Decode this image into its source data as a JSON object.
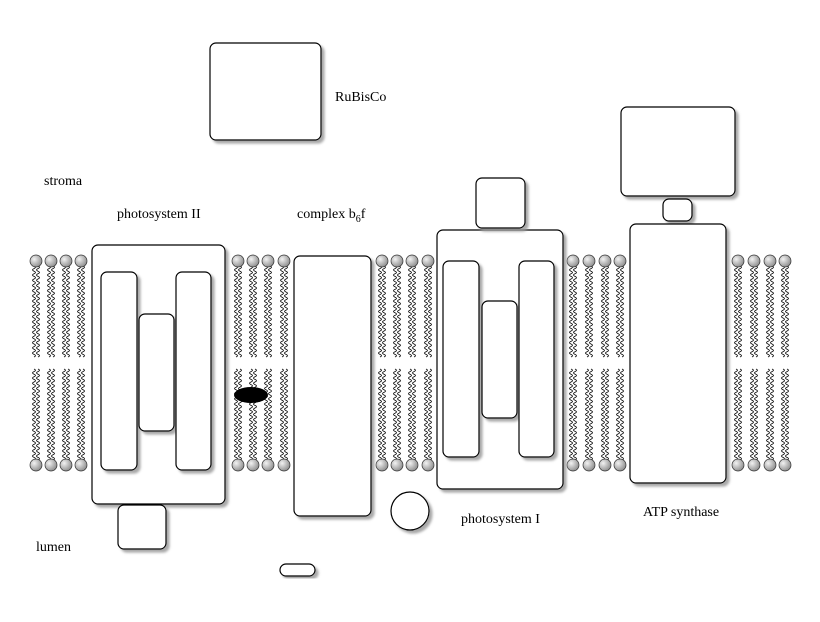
{
  "labels": {
    "stroma": "stroma",
    "lumen": "lumen",
    "rubisco": "RuBisCo",
    "photosystem_ii": "photosystem II",
    "complex_prefix": "complex b",
    "complex_sub": "6",
    "complex_suffix": "f",
    "photosystem_i": "photosystem I",
    "atp_synthase": "ATP synthase"
  },
  "colors": {
    "stroke": "#000000",
    "fill": "#ffffff",
    "shadow": "#9a9a9a",
    "lipid_head_light": "#f2f2f2",
    "lipid_head_dark": "#8c8c8c",
    "plastoquinone": "#000000"
  }
}
